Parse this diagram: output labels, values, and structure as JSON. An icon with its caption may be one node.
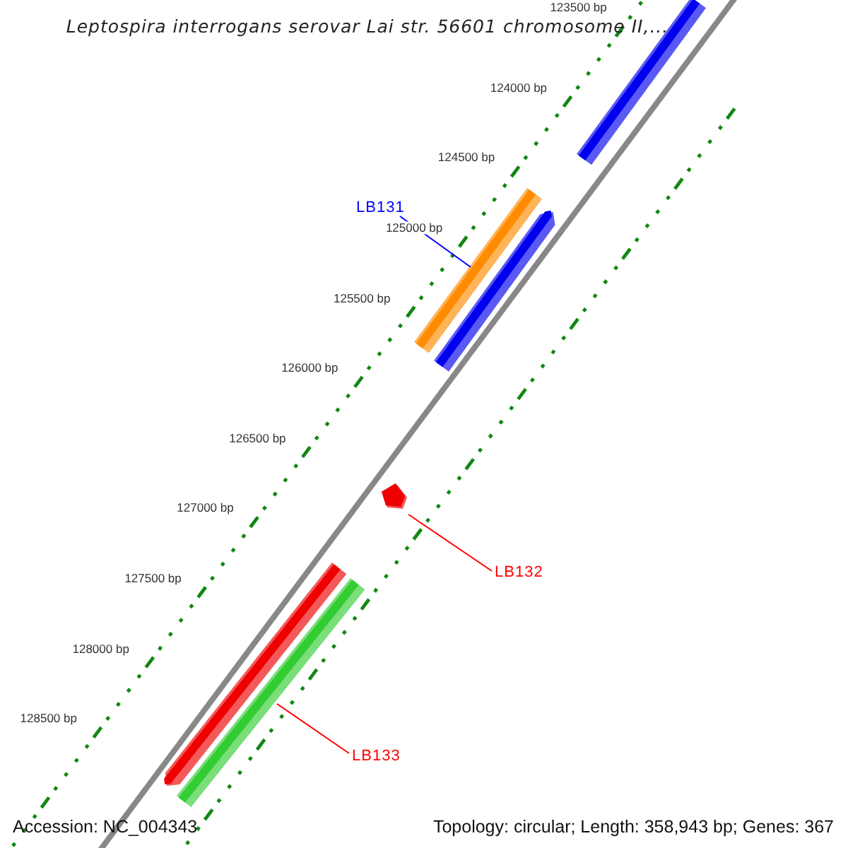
{
  "diagram": {
    "title": "Leptospira interrogans serovar Lai str. 56601 chromosome II,...",
    "nodes": [
      {
        "text": [],
        "shape": "bar"
      },
      {
        "text": [],
        "shape": "bar"
      },
      {
        "text": [],
        "shape": "bar"
      },
      {
        "text": [],
        "shape": "bar"
      },
      {
        "text": [],
        "shape": "bar"
      },
      {
        "text": [],
        "shape": "bar"
      },
      {
        "text": [
          "LB131"
        ]
      },
      {
        "text": [
          "LB132"
        ]
      },
      {
        "text": [
          "LB133"
        ]
      }
    ],
    "edges": [
      {
        "from": 6,
        "to": 1,
        "arrow": "none",
        "color": "#0000ff"
      },
      {
        "from": 7,
        "to": 3,
        "arrow": "none"
      },
      {
        "from": 8,
        "to": 5,
        "arrow": "none"
      }
    ],
    "labels": [
      "123500 bp",
      "124000 bp",
      "124500 bp",
      "125000 bp",
      "125500 bp",
      "126000 bp",
      "126500 bp",
      "127000 bp",
      "127500 bp",
      "128000 bp",
      "128500 bp",
      "Accession: NC_004343",
      "Topology: circular; Length: 358,943 bp; Genes: 367"
    ]
  }
}
